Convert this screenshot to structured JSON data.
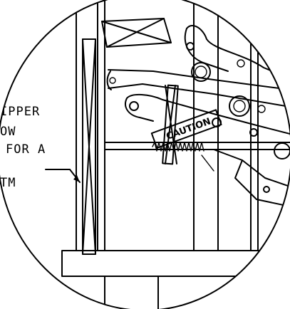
{
  "callout": {
    "line1": "IPPER",
    "line2": "OW",
    "line3": "FOR A",
    "line4": "TM"
  },
  "warning_label": {
    "text": "CAUTION"
  }
}
